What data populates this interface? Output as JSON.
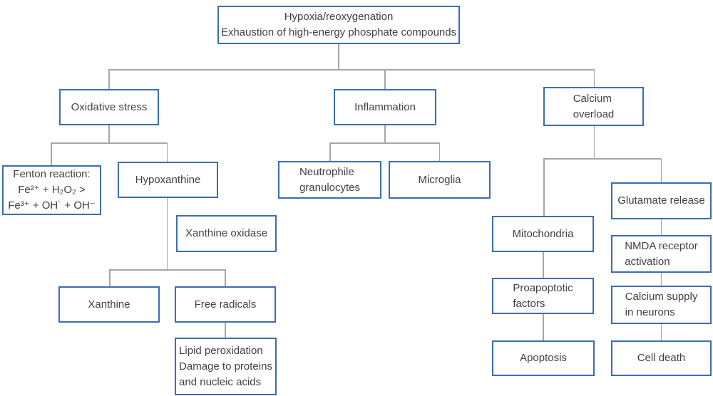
{
  "diagram": {
    "type": "flowchart",
    "background": "#ffffff",
    "colors": {
      "box_border": "#3b6db5",
      "text": "#414042",
      "connector": "#a7a5a6"
    },
    "nodes": {
      "hypoxia": {
        "lines": [
          "Hypoxia/reoxygenation",
          "Exhaustion of high-energy phosphate compounds"
        ]
      },
      "oxidative_stress": {
        "lines": [
          "Oxidative stress"
        ]
      },
      "inflammation": {
        "lines": [
          "Inflammation"
        ]
      },
      "calcium_overload": {
        "lines": [
          "Calcium",
          "overload"
        ]
      },
      "fenton": {
        "lines": [
          "Fenton reaction:",
          "Fe²⁺ + H₂O₂ >",
          "Fe³⁺ + OH˙ + OH⁻"
        ]
      },
      "hypoxanthine": {
        "lines": [
          "Hypoxanthine"
        ]
      },
      "xanthine_oxidase": {
        "lines": [
          "Xanthine oxidase"
        ]
      },
      "xanthine": {
        "lines": [
          "Xanthine"
        ]
      },
      "free_radicals": {
        "lines": [
          "Free radicals"
        ]
      },
      "lipid_damage": {
        "lines": [
          "Lipid peroxidation",
          "Damage to proteins",
          "and nucleic acids"
        ]
      },
      "neutrophile": {
        "lines": [
          "Neutrophile",
          "granulocytes"
        ]
      },
      "microglia": {
        "lines": [
          "Microglia"
        ]
      },
      "mitochondria": {
        "lines": [
          "Mitochondria"
        ]
      },
      "glutamate": {
        "lines": [
          "Glutamate release"
        ]
      },
      "nmda": {
        "lines": [
          "NMDA receptor",
          "activation"
        ]
      },
      "calcium_supply": {
        "lines": [
          "Calcium supply",
          "in neurons"
        ]
      },
      "proapoptotic": {
        "lines": [
          "Proapoptotic",
          "factors"
        ]
      },
      "apoptosis": {
        "lines": [
          "Apoptosis"
        ]
      },
      "cell_death": {
        "lines": [
          "Cell death"
        ]
      }
    },
    "edges": [
      {
        "from": "hypoxia",
        "to": "oxidative_stress"
      },
      {
        "from": "hypoxia",
        "to": "inflammation"
      },
      {
        "from": "hypoxia",
        "to": "calcium_overload"
      },
      {
        "from": "oxidative_stress",
        "to": "fenton"
      },
      {
        "from": "oxidative_stress",
        "to": "hypoxanthine"
      },
      {
        "from": "hypoxanthine",
        "to": "xanthine",
        "via": "xanthine_oxidase"
      },
      {
        "from": "hypoxanthine",
        "to": "free_radicals",
        "via": "xanthine_oxidase"
      },
      {
        "from": "free_radicals",
        "to": "lipid_damage"
      },
      {
        "from": "inflammation",
        "to": "neutrophile"
      },
      {
        "from": "inflammation",
        "to": "microglia"
      },
      {
        "from": "calcium_overload",
        "to": "mitochondria"
      },
      {
        "from": "calcium_overload",
        "to": "glutamate"
      },
      {
        "from": "mitochondria",
        "to": "proapoptotic"
      },
      {
        "from": "proapoptotic",
        "to": "apoptosis"
      },
      {
        "from": "glutamate",
        "to": "nmda"
      },
      {
        "from": "nmda",
        "to": "calcium_supply"
      },
      {
        "from": "calcium_supply",
        "to": "cell_death"
      }
    ]
  }
}
